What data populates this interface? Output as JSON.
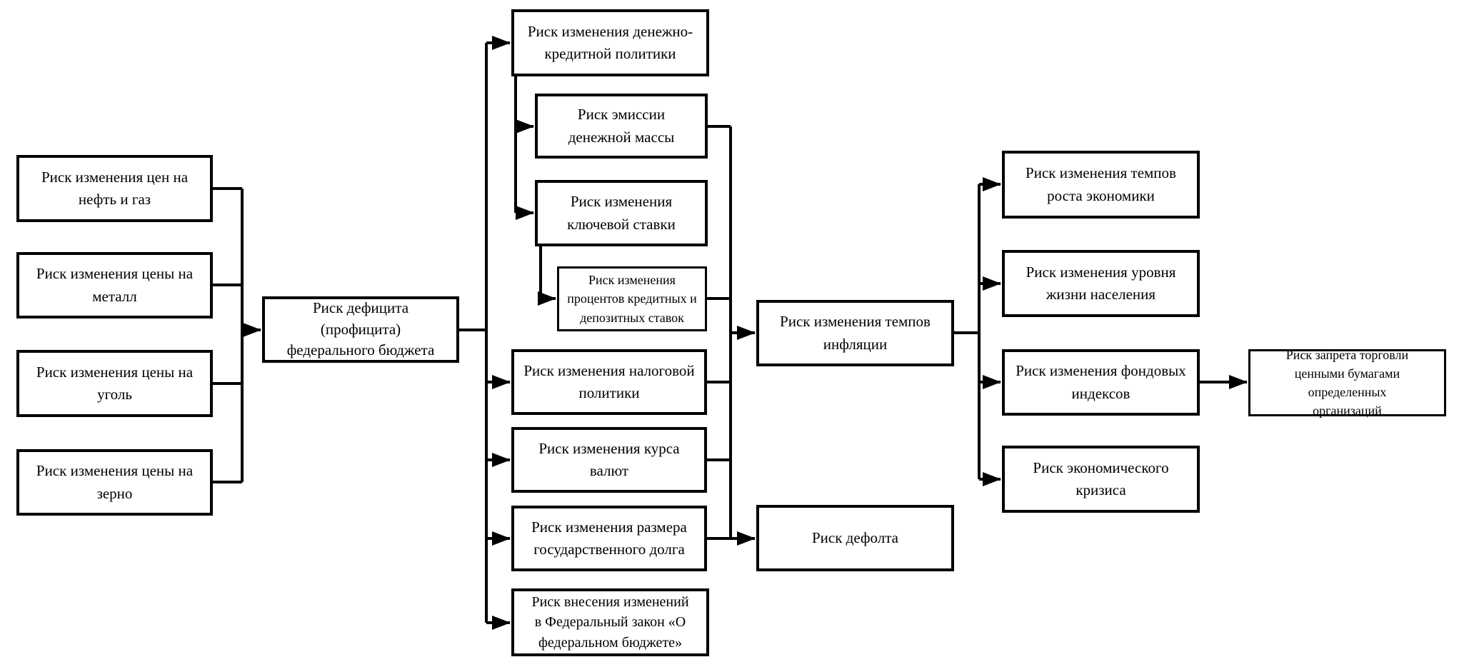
{
  "diagram": {
    "colors": {
      "line": "#000000",
      "background": "#ffffff",
      "text": "#000000"
    },
    "nodes": {
      "oil_gas": "Риск изменения цен на нефть и газ",
      "metal": "Риск изменения цены на металл",
      "coal": "Риск изменения цены на уголь",
      "grain": "Риск изменения цены на зерно",
      "budget_deficit": "Риск дефицита (профицита) федерального бюджета",
      "monetary_policy": "Риск изменения денежно-кредитной политики",
      "money_emission": "Риск эмиссии денежной массы",
      "key_rate": "Риск изменения ключевой ставки",
      "interest_rates": "Риск изменения процентов кредитных и депозитных ставок",
      "tax_policy": "Риск изменения налоговой политики",
      "exchange_rate": "Риск изменения курса валют",
      "state_debt": "Риск изменения размера государственного долга",
      "budget_law": "Риск внесения изменений в Федеральный закон «О федеральном бюджете»",
      "inflation": "Риск изменения темпов инфляции",
      "default": "Риск дефолта",
      "economic_growth": "Риск изменения темпов роста экономики",
      "living_standards": "Риск изменения уровня жизни населения",
      "stock_indices": "Риск изменения фондовых индексов",
      "economic_crisis": "Риск экономического кризиса",
      "securities_ban": "Риск запрета торговли ценными бумагами определенных организаций"
    },
    "edges": [
      {
        "from": "oil_gas",
        "to": "budget_deficit"
      },
      {
        "from": "metal",
        "to": "budget_deficit"
      },
      {
        "from": "coal",
        "to": "budget_deficit"
      },
      {
        "from": "grain",
        "to": "budget_deficit"
      },
      {
        "from": "budget_deficit",
        "to": "monetary_policy"
      },
      {
        "from": "budget_deficit",
        "to": "tax_policy"
      },
      {
        "from": "budget_deficit",
        "to": "exchange_rate"
      },
      {
        "from": "budget_deficit",
        "to": "state_debt"
      },
      {
        "from": "budget_deficit",
        "to": "budget_law"
      },
      {
        "from": "monetary_policy",
        "to": "money_emission"
      },
      {
        "from": "monetary_policy",
        "to": "key_rate"
      },
      {
        "from": "key_rate",
        "to": "interest_rates"
      },
      {
        "from": "money_emission",
        "to": "inflation"
      },
      {
        "from": "interest_rates",
        "to": "inflation"
      },
      {
        "from": "tax_policy",
        "to": "inflation"
      },
      {
        "from": "exchange_rate",
        "to": "inflation"
      },
      {
        "from": "state_debt",
        "to": "inflation"
      },
      {
        "from": "state_debt",
        "to": "default"
      },
      {
        "from": "inflation",
        "to": "economic_growth"
      },
      {
        "from": "inflation",
        "to": "living_standards"
      },
      {
        "from": "inflation",
        "to": "stock_indices"
      },
      {
        "from": "inflation",
        "to": "economic_crisis"
      },
      {
        "from": "stock_indices",
        "to": "securities_ban"
      }
    ]
  }
}
